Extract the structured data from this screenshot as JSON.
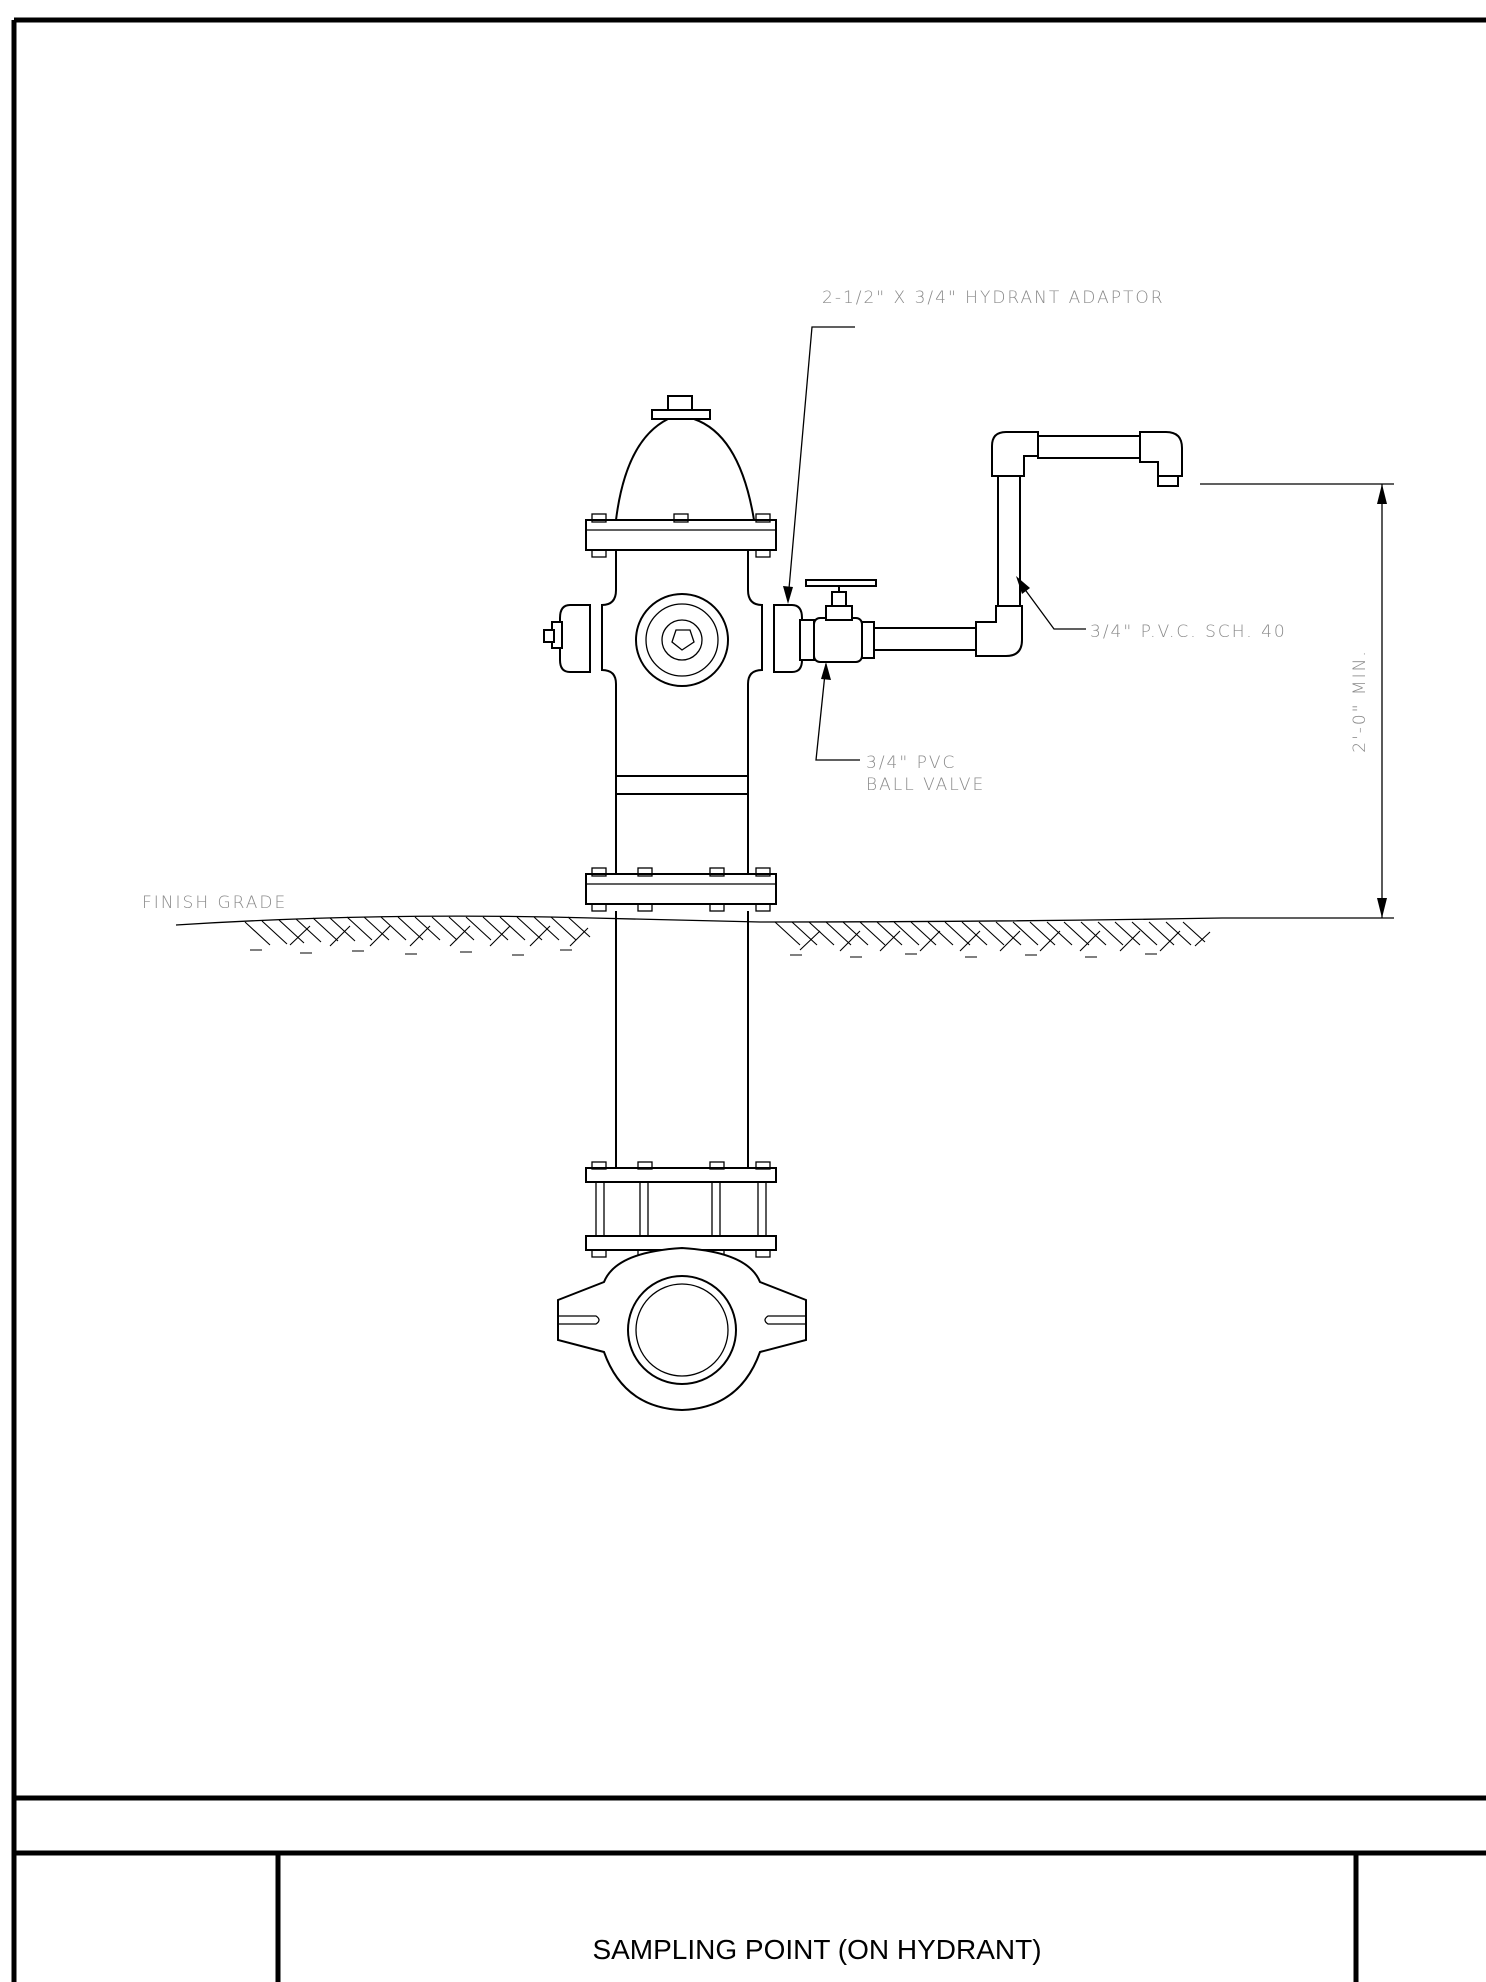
{
  "drawing": {
    "title": "SAMPLING POINT (ON HYDRANT)",
    "callouts": {
      "adaptor": "2-1/2\" X 3/4\" HYDRANT ADAPTOR",
      "pipe": "3/4\" P.V.C. SCH. 40",
      "valve_line1": "3/4\" PVC",
      "valve_line2": "BALL VALVE",
      "grade": "FINISH GRADE",
      "dimension": "2'-0\" MIN."
    }
  }
}
